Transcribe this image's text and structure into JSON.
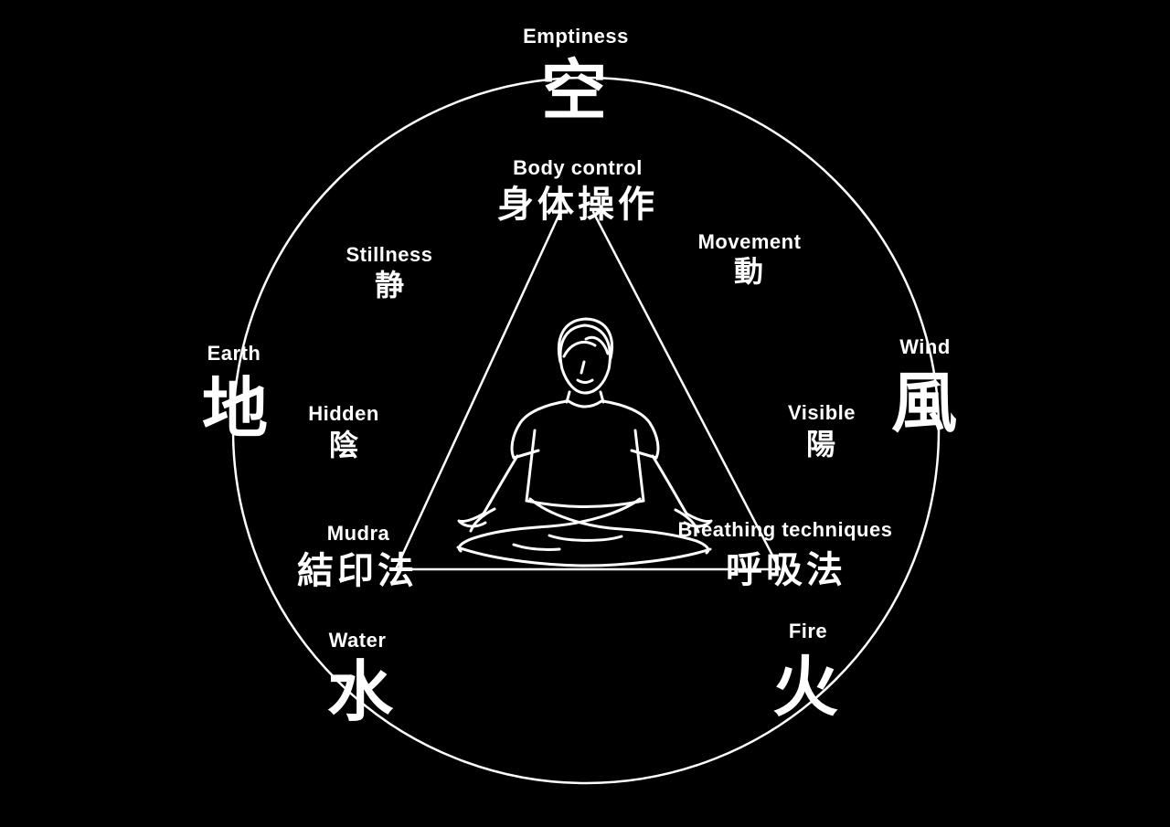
{
  "colors": {
    "background": "#000000",
    "foreground": "#ffffff"
  },
  "icons": {
    "center": "meditating-person-icon"
  },
  "outer_ring": {
    "emptiness": {
      "label": "Emptiness",
      "kanji": "空"
    },
    "wind": {
      "label": "Wind",
      "kanji": "風"
    },
    "fire": {
      "label": "Fire",
      "kanji": "火"
    },
    "water": {
      "label": "Water",
      "kanji": "水"
    },
    "earth": {
      "label": "Earth",
      "kanji": "地"
    }
  },
  "triangle": {
    "body_control": {
      "label": "Body control",
      "kanji": "身体操作"
    },
    "mudra": {
      "label": "Mudra",
      "kanji": "結印法"
    },
    "breathing_techniques": {
      "label": "Breathing techniques",
      "kanji": "呼吸法"
    }
  },
  "qualities": {
    "stillness": {
      "label": "Stillness",
      "kanji": "静"
    },
    "movement": {
      "label": "Movement",
      "kanji": "動"
    },
    "hidden": {
      "label": "Hidden",
      "kanji": "陰"
    },
    "visible": {
      "label": "Visible",
      "kanji": "陽"
    }
  }
}
